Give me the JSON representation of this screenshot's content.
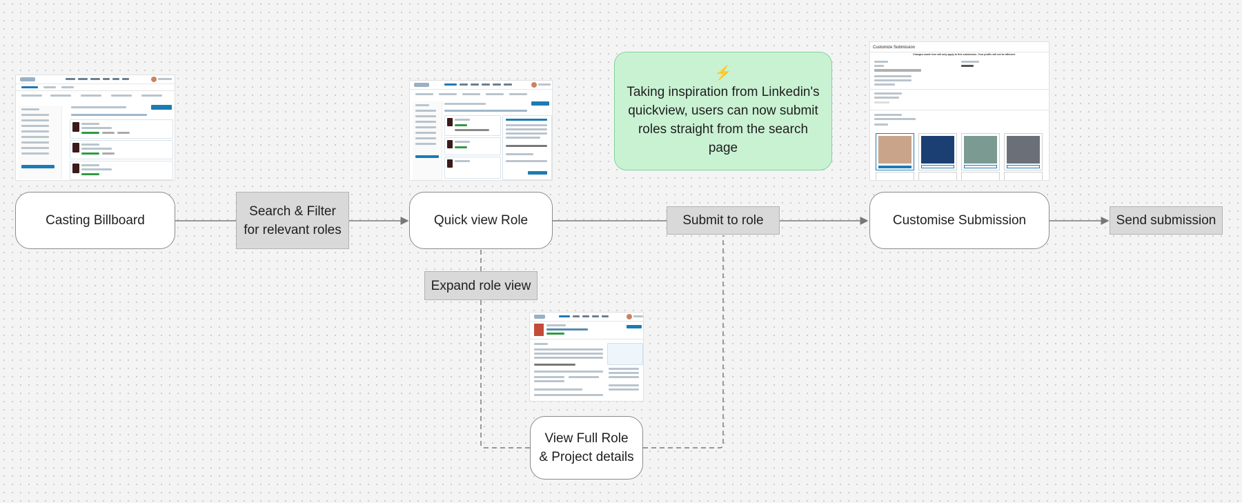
{
  "flow": {
    "casting_billboard": "Casting Billboard",
    "search_filter": "Search & Filter for relevant roles",
    "quick_view_role": "Quick view Role",
    "submit_to_role": "Submit to role",
    "customise_submission": "Customise Submission",
    "send_submission": "Send submission",
    "expand_role_view": "Expand role view",
    "view_full_role_line1": "View Full Role",
    "view_full_role_line2": "& Project details"
  },
  "note": {
    "icon": "lightning-icon",
    "text": "Taking inspiration from Linkedin's quickview, users can now submit roles straight from the search page"
  },
  "customize_screen": {
    "title": "Customize Submission",
    "notice": "Changes made here will only apply to this submission. Your profile will not be affected."
  },
  "colors": {
    "note_fill": "#c9f2d3",
    "note_border": "#7ed39a",
    "label_fill": "#d9d9d9",
    "primary_button": "#1b7bb4"
  }
}
